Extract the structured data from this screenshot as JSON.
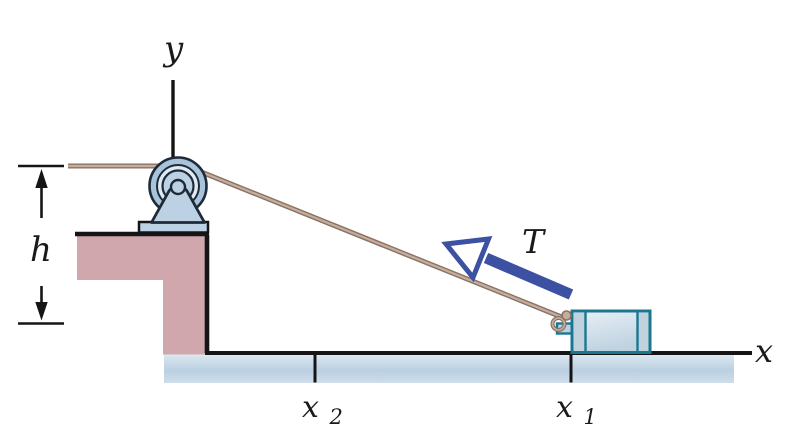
{
  "labels": {
    "y_axis": "y",
    "x_axis": "x",
    "height_dim": "h",
    "tension": "T",
    "x1_base": "x",
    "x1_sub": "1",
    "x2_base": "x",
    "x2_sub": "2"
  },
  "colors": {
    "outline": "#151515",
    "pedestal": "#d1a7ae",
    "ground_top": "#dde8f1",
    "ground_mid": "#bad0e2",
    "ground_bottom": "#cfdde9",
    "cord_dark": "#8a7365",
    "cord_light": "#c6ae9e",
    "tension_arrow": "#3c51a1",
    "block_border": "#1b7690",
    "block_light": "#e9f0f6",
    "block_shade": "#bed2e0",
    "pulley_wheel": "#a7c4dc",
    "pulley_ring": "#e0eaf3",
    "pulley_bracket": "#bcd2e4"
  }
}
